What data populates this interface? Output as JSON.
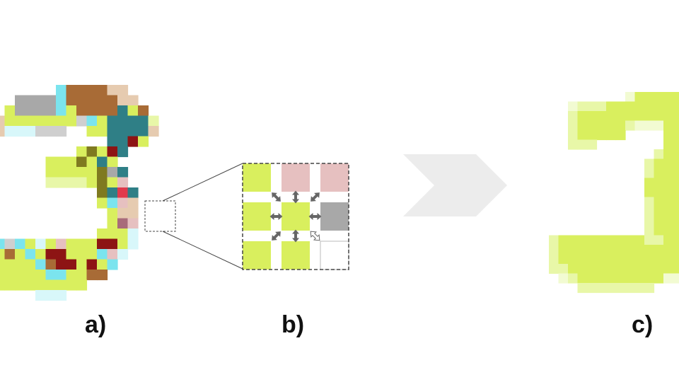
{
  "labels": {
    "a": "a)",
    "b": "b)",
    "c": "c)"
  },
  "colors": {
    "green": "#d9ef5e",
    "light_green": "#e8f7a8",
    "pale_green": "#f2fbd2",
    "gray": "#a8a8a8",
    "light_gray": "#cfcfcf",
    "brown": "#a86b36",
    "tan": "#e6cbb0",
    "cyan": "#7be4ee",
    "pale_cyan": "#d8f7fa",
    "teal": "#2f7f86",
    "olive": "#7f7a20",
    "dark_red": "#8d1414",
    "red": "#e03a4c",
    "pink": "#e6c0c0",
    "mauve": "#a86b7a",
    "arrow": "#666666",
    "arrow_hollow": "#ffffff",
    "chevron": "#ececec",
    "dash": "#444444"
  },
  "zoom_grid": [
    [
      "green",
      "pink",
      "pink"
    ],
    [
      "green",
      "green",
      "gray"
    ],
    [
      "green",
      "green",
      "empty"
    ]
  ]
}
